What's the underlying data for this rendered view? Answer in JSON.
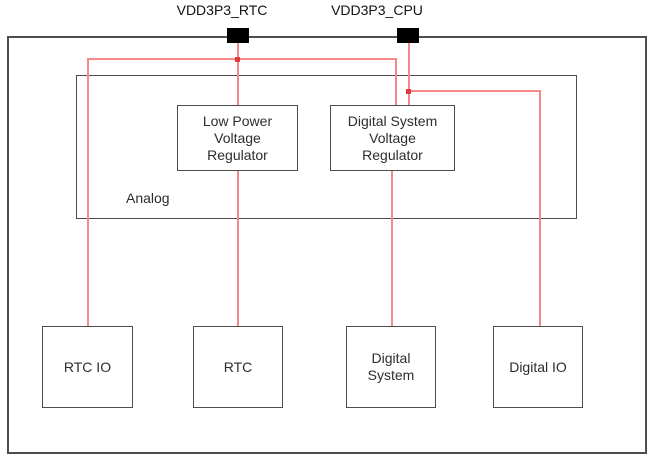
{
  "diagram": {
    "pins": [
      {
        "label": "VDD3P3_RTC"
      },
      {
        "label": "VDD3P3_CPU"
      }
    ],
    "regions": {
      "analog": {
        "label": "Analog"
      }
    },
    "blocks": {
      "low_power_regulator": {
        "label": "Low Power\nVoltage\nRegulator"
      },
      "digital_system_regulator": {
        "label": "Digital System\nVoltage\nRegulator"
      },
      "rtc_io": {
        "label": "RTC IO"
      },
      "rtc": {
        "label": "RTC"
      },
      "digital_system": {
        "label": "Digital\nSystem"
      },
      "digital_io": {
        "label": "Digital IO"
      }
    },
    "colors": {
      "wire": "#f58989",
      "junction": "#e23a3a",
      "outline": "#4d4d4d",
      "pad": "#000000"
    }
  }
}
